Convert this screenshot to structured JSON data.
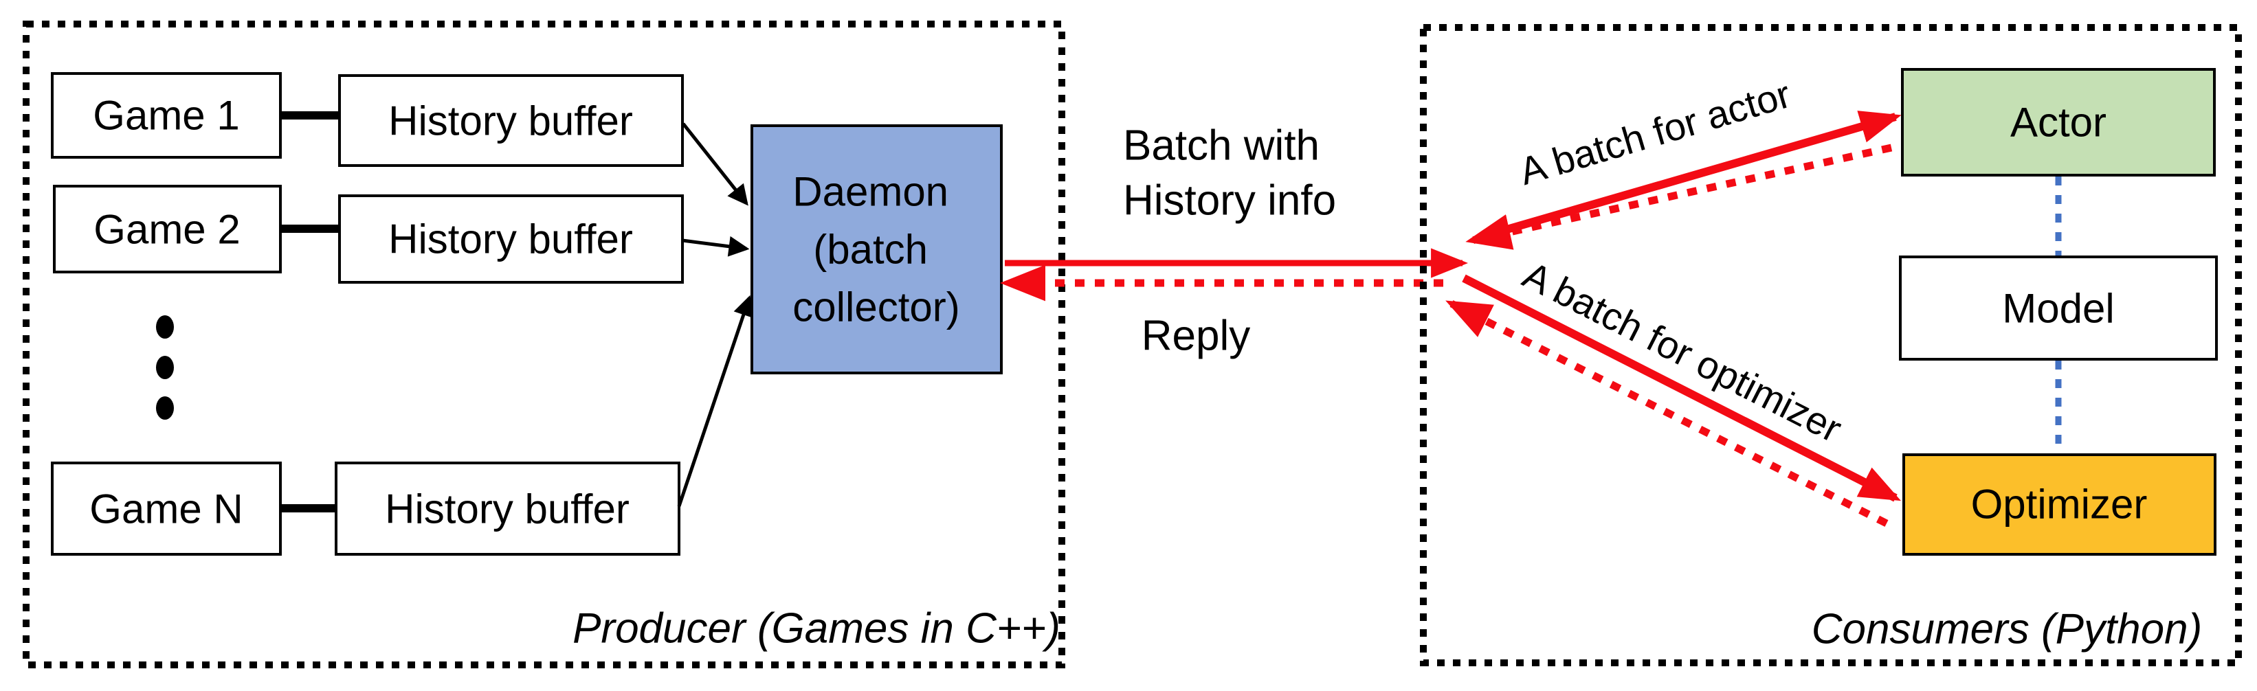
{
  "producer": {
    "caption": "Producer (Games in C++)",
    "rows": [
      {
        "game": "Game 1",
        "buffer": "History buffer"
      },
      {
        "game": "Game 2",
        "buffer": "History buffer"
      },
      {
        "game": "Game N",
        "buffer": "History buffer"
      }
    ],
    "daemon_lines": [
      "Daemon",
      "(batch",
      "collector)"
    ]
  },
  "consumers": {
    "caption": "Consumers (Python)",
    "actor": "Actor",
    "model": "Model",
    "optimizer": "Optimizer"
  },
  "flows": {
    "request_line1": "Batch with",
    "request_line2": "History info",
    "reply": "Reply",
    "actor_batch": "A batch for actor",
    "optimizer_batch": "A batch for optimizer"
  },
  "colors": {
    "ink": "#000000",
    "daemon-fill": "#8FAADC",
    "actor-fill": "#C5E0B4",
    "optimizer-fill": "#FCBF2A",
    "arrow-red": "#F30B14",
    "link-blue": "#4472C4"
  }
}
